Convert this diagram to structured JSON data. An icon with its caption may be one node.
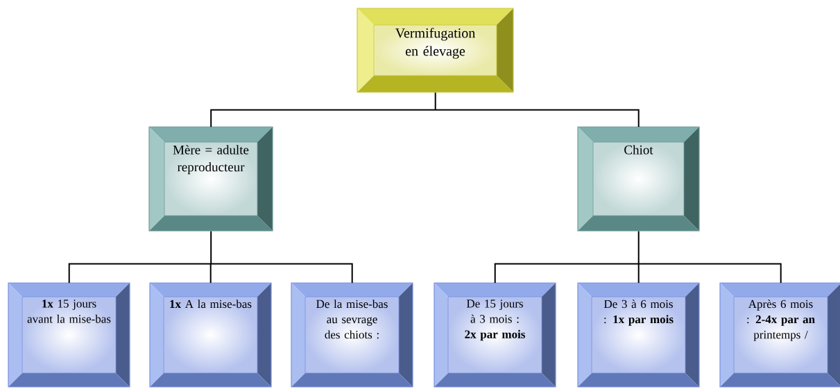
{
  "diagram": {
    "nodes": [
      {
        "text": [
          "Vermifugation en élevage"
        ]
      },
      {
        "text": [
          "Mère = adulte reproducteur"
        ]
      },
      {
        "text": [
          "Chiot"
        ]
      },
      {
        "text": [
          "**1x** 15 jours avant la mise-bas"
        ]
      },
      {
        "text": [
          "**1x** A la mise-bas"
        ]
      },
      {
        "text": [
          "De la mise-bas au sevrage des chiots :"
        ]
      },
      {
        "text": [
          "De 15 jours à 3 mois : **2x par mois**"
        ]
      },
      {
        "text": [
          "De 3 à 6 mois : **1x par mois**"
        ]
      },
      {
        "text": [
          "Après 6 mois : **2-4x par an** printemps /"
        ]
      }
    ],
    "edges": [
      {
        "from": 0,
        "to": 1,
        "arrow": "none"
      },
      {
        "from": 0,
        "to": 2,
        "arrow": "none"
      },
      {
        "from": 1,
        "to": 3,
        "arrow": "none"
      },
      {
        "from": 1,
        "to": 4,
        "arrow": "none"
      },
      {
        "from": 1,
        "to": 5,
        "arrow": "none"
      },
      {
        "from": 2,
        "to": 6,
        "arrow": "none"
      },
      {
        "from": 2,
        "to": 7,
        "arrow": "none"
      },
      {
        "from": 2,
        "to": 8,
        "arrow": "none"
      }
    ]
  }
}
